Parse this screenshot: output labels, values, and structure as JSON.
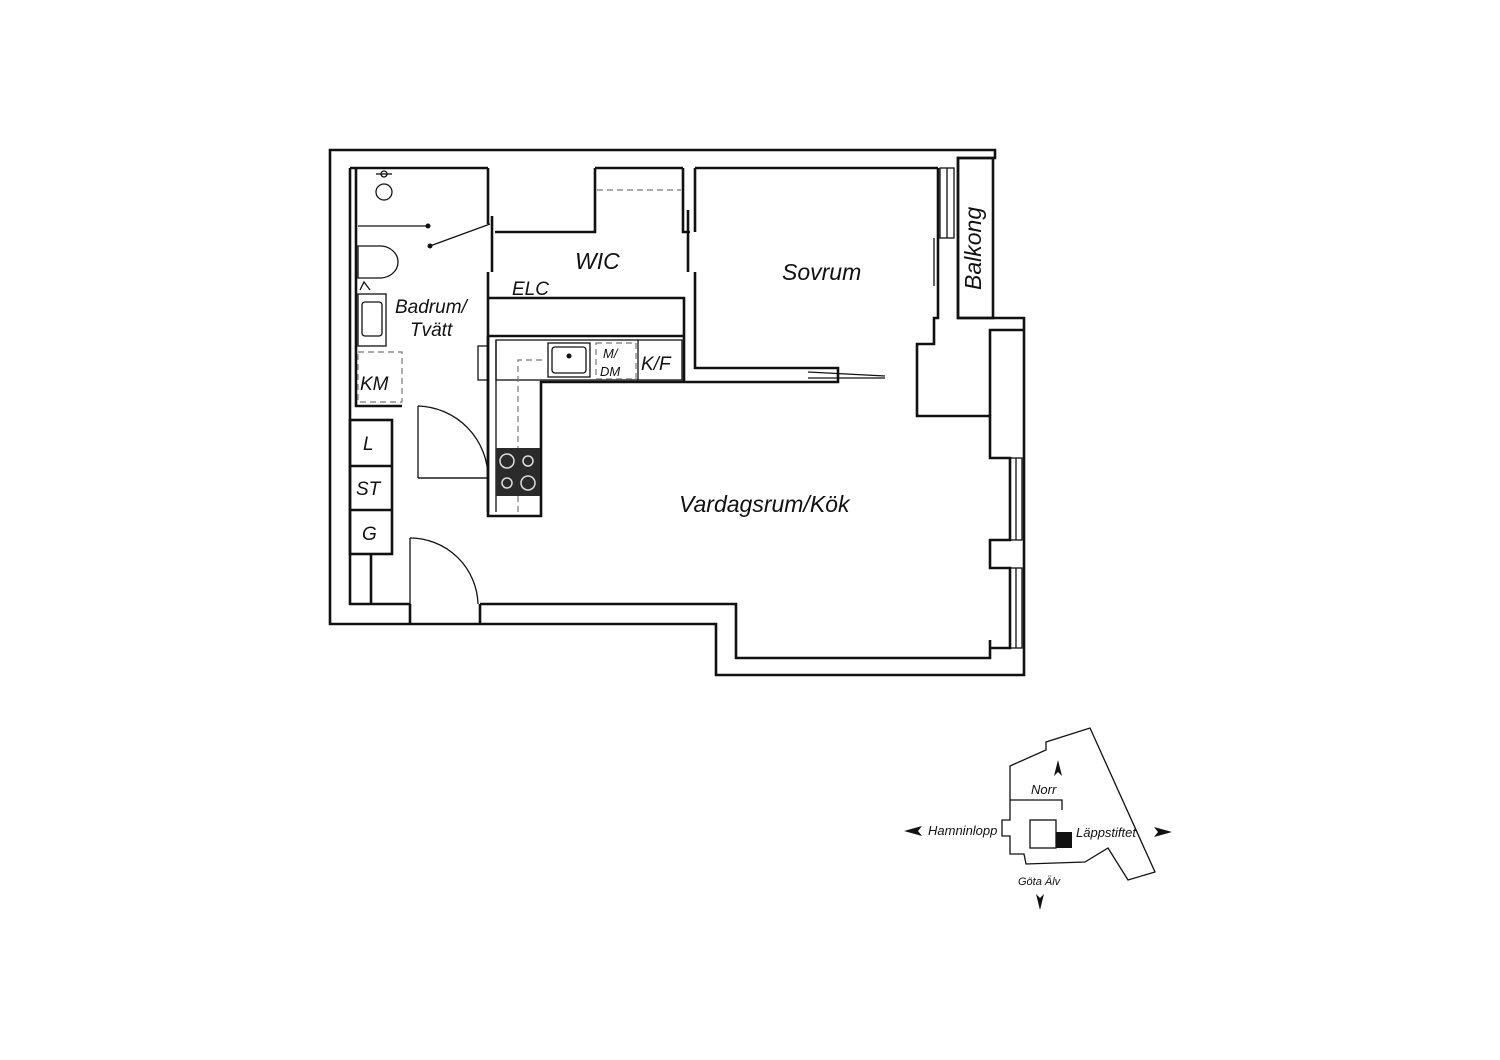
{
  "rooms": {
    "wic": "WIC",
    "sovrum": "Sovrum",
    "balkong": "Balkong",
    "elc": "ELC",
    "badrum_line1": "Badrum/",
    "badrum_line2": "Tvätt",
    "km": "KM",
    "m_dm_line1": "M/",
    "m_dm_line2": "DM",
    "kf": "K/F",
    "l": "L",
    "st": "ST",
    "g": "G",
    "vardagsrum": "Vardagsrum/Kök"
  },
  "site_map": {
    "north": "Norr",
    "west": "Hamninlopp",
    "east": "Läppstiftet",
    "south": "Göta Älv"
  },
  "colors": {
    "line": "#111111",
    "background": "#ffffff",
    "stove": "#2b2b2b"
  }
}
